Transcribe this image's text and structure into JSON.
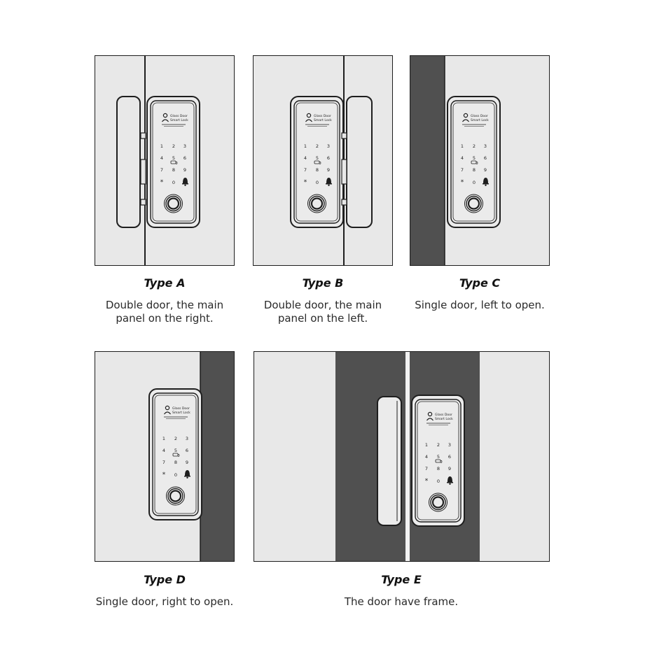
{
  "colors": {
    "panel_bg": "#e8e8e8",
    "door_dark": "#505050",
    "outline": "#1e1e1e",
    "lock_face": "#ebebeb"
  },
  "lock": {
    "brand_line1": "Glass Door",
    "brand_line2": "Smart Lock",
    "keys": [
      "1",
      "2",
      "3",
      "4",
      "5",
      "6",
      "7",
      "8",
      "9",
      "*",
      "0"
    ],
    "icons": [
      "user-icon",
      "card-icon",
      "bell-icon",
      "fingerprint-icon"
    ]
  },
  "types": [
    {
      "id": "a",
      "title": "Type A",
      "desc": [
        "Double door, the main",
        "panel on the right."
      ]
    },
    {
      "id": "b",
      "title": "Type B",
      "desc": [
        "Double door, the main",
        "panel on the left."
      ]
    },
    {
      "id": "c",
      "title": "Type C",
      "desc": [
        "Single door, left to open."
      ]
    },
    {
      "id": "d",
      "title": "Type D",
      "desc": [
        "Single door, right to open."
      ]
    },
    {
      "id": "e",
      "title": "Type E",
      "desc": [
        "The door have frame."
      ]
    }
  ]
}
